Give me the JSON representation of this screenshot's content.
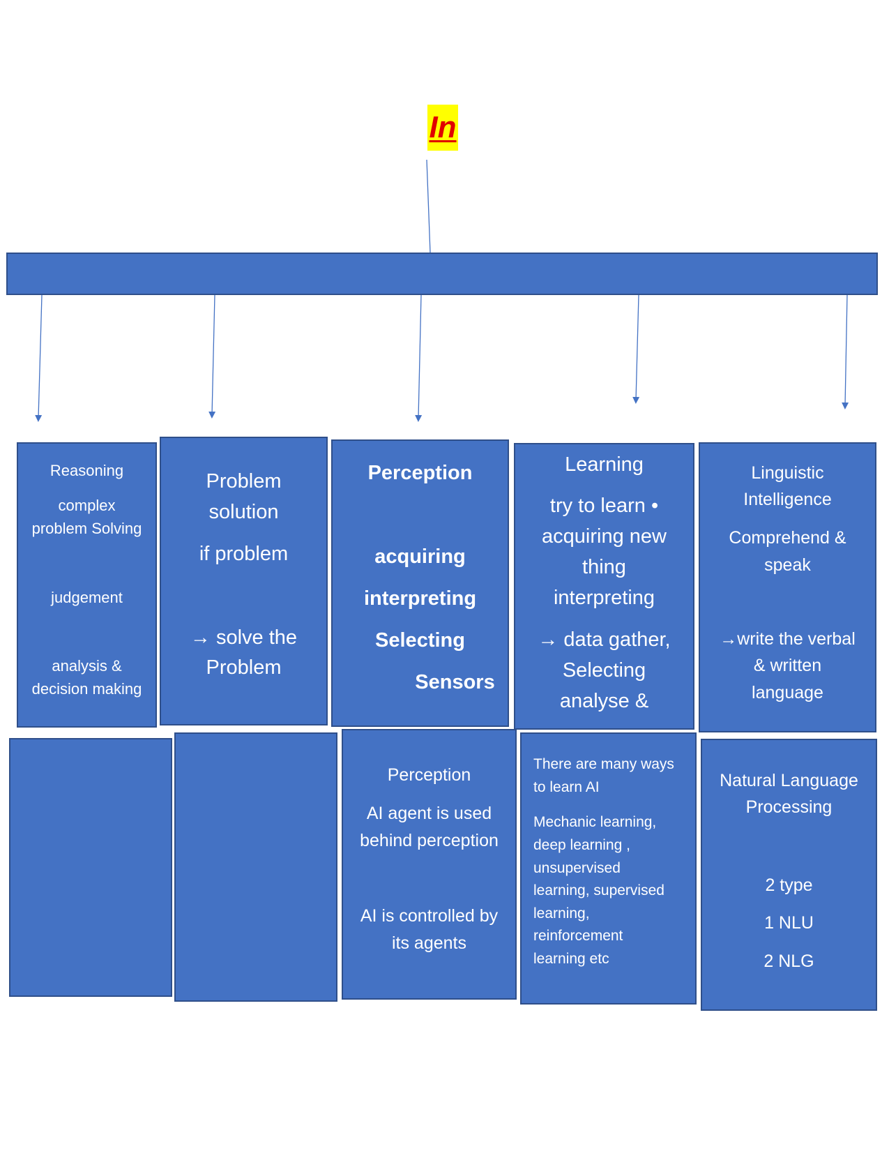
{
  "title": {
    "text": "In",
    "highlight": "#ffff00",
    "color": "#e00000"
  },
  "colors": {
    "box_fill": "#4472c4",
    "box_border": "#2f4f8a",
    "connector": "#4472c4"
  },
  "top_row": {
    "reasoning": [
      "Reasoning",
      "complex",
      "problem Solving",
      "judgement",
      "analysis &",
      "decision making"
    ],
    "problem": [
      "Problem",
      "solution",
      "if problem",
      "→ solve the",
      "Problem"
    ],
    "perception": [
      "Perception",
      "acquiring",
      "interpreting",
      "Selecting",
      "Sensors"
    ],
    "learning": [
      "Learning",
      "try to learn •",
      "acquiring new",
      "thing",
      "interpreting",
      "→ data gather,",
      "Selecting",
      "analyse &"
    ],
    "linguistic": [
      "Linguistic",
      "Intelligence",
      "Comprehend &",
      "speak",
      "→write the verbal",
      "& written",
      "language"
    ]
  },
  "bottom_row": {
    "perception": [
      "Perception",
      "AI agent is used",
      "behind perception",
      "AI is controlled by",
      "its agents"
    ],
    "learning": [
      "There are many ways",
      "to learn AI",
      "Mechanic learning,",
      "deep learning ,",
      "unsupervised",
      "learning, supervised",
      "learning,",
      "reinforcement",
      "learning  etc"
    ],
    "nlp": [
      "Natural Language",
      "Processing",
      "2 type",
      "1 NLU",
      "2 NLG"
    ]
  }
}
